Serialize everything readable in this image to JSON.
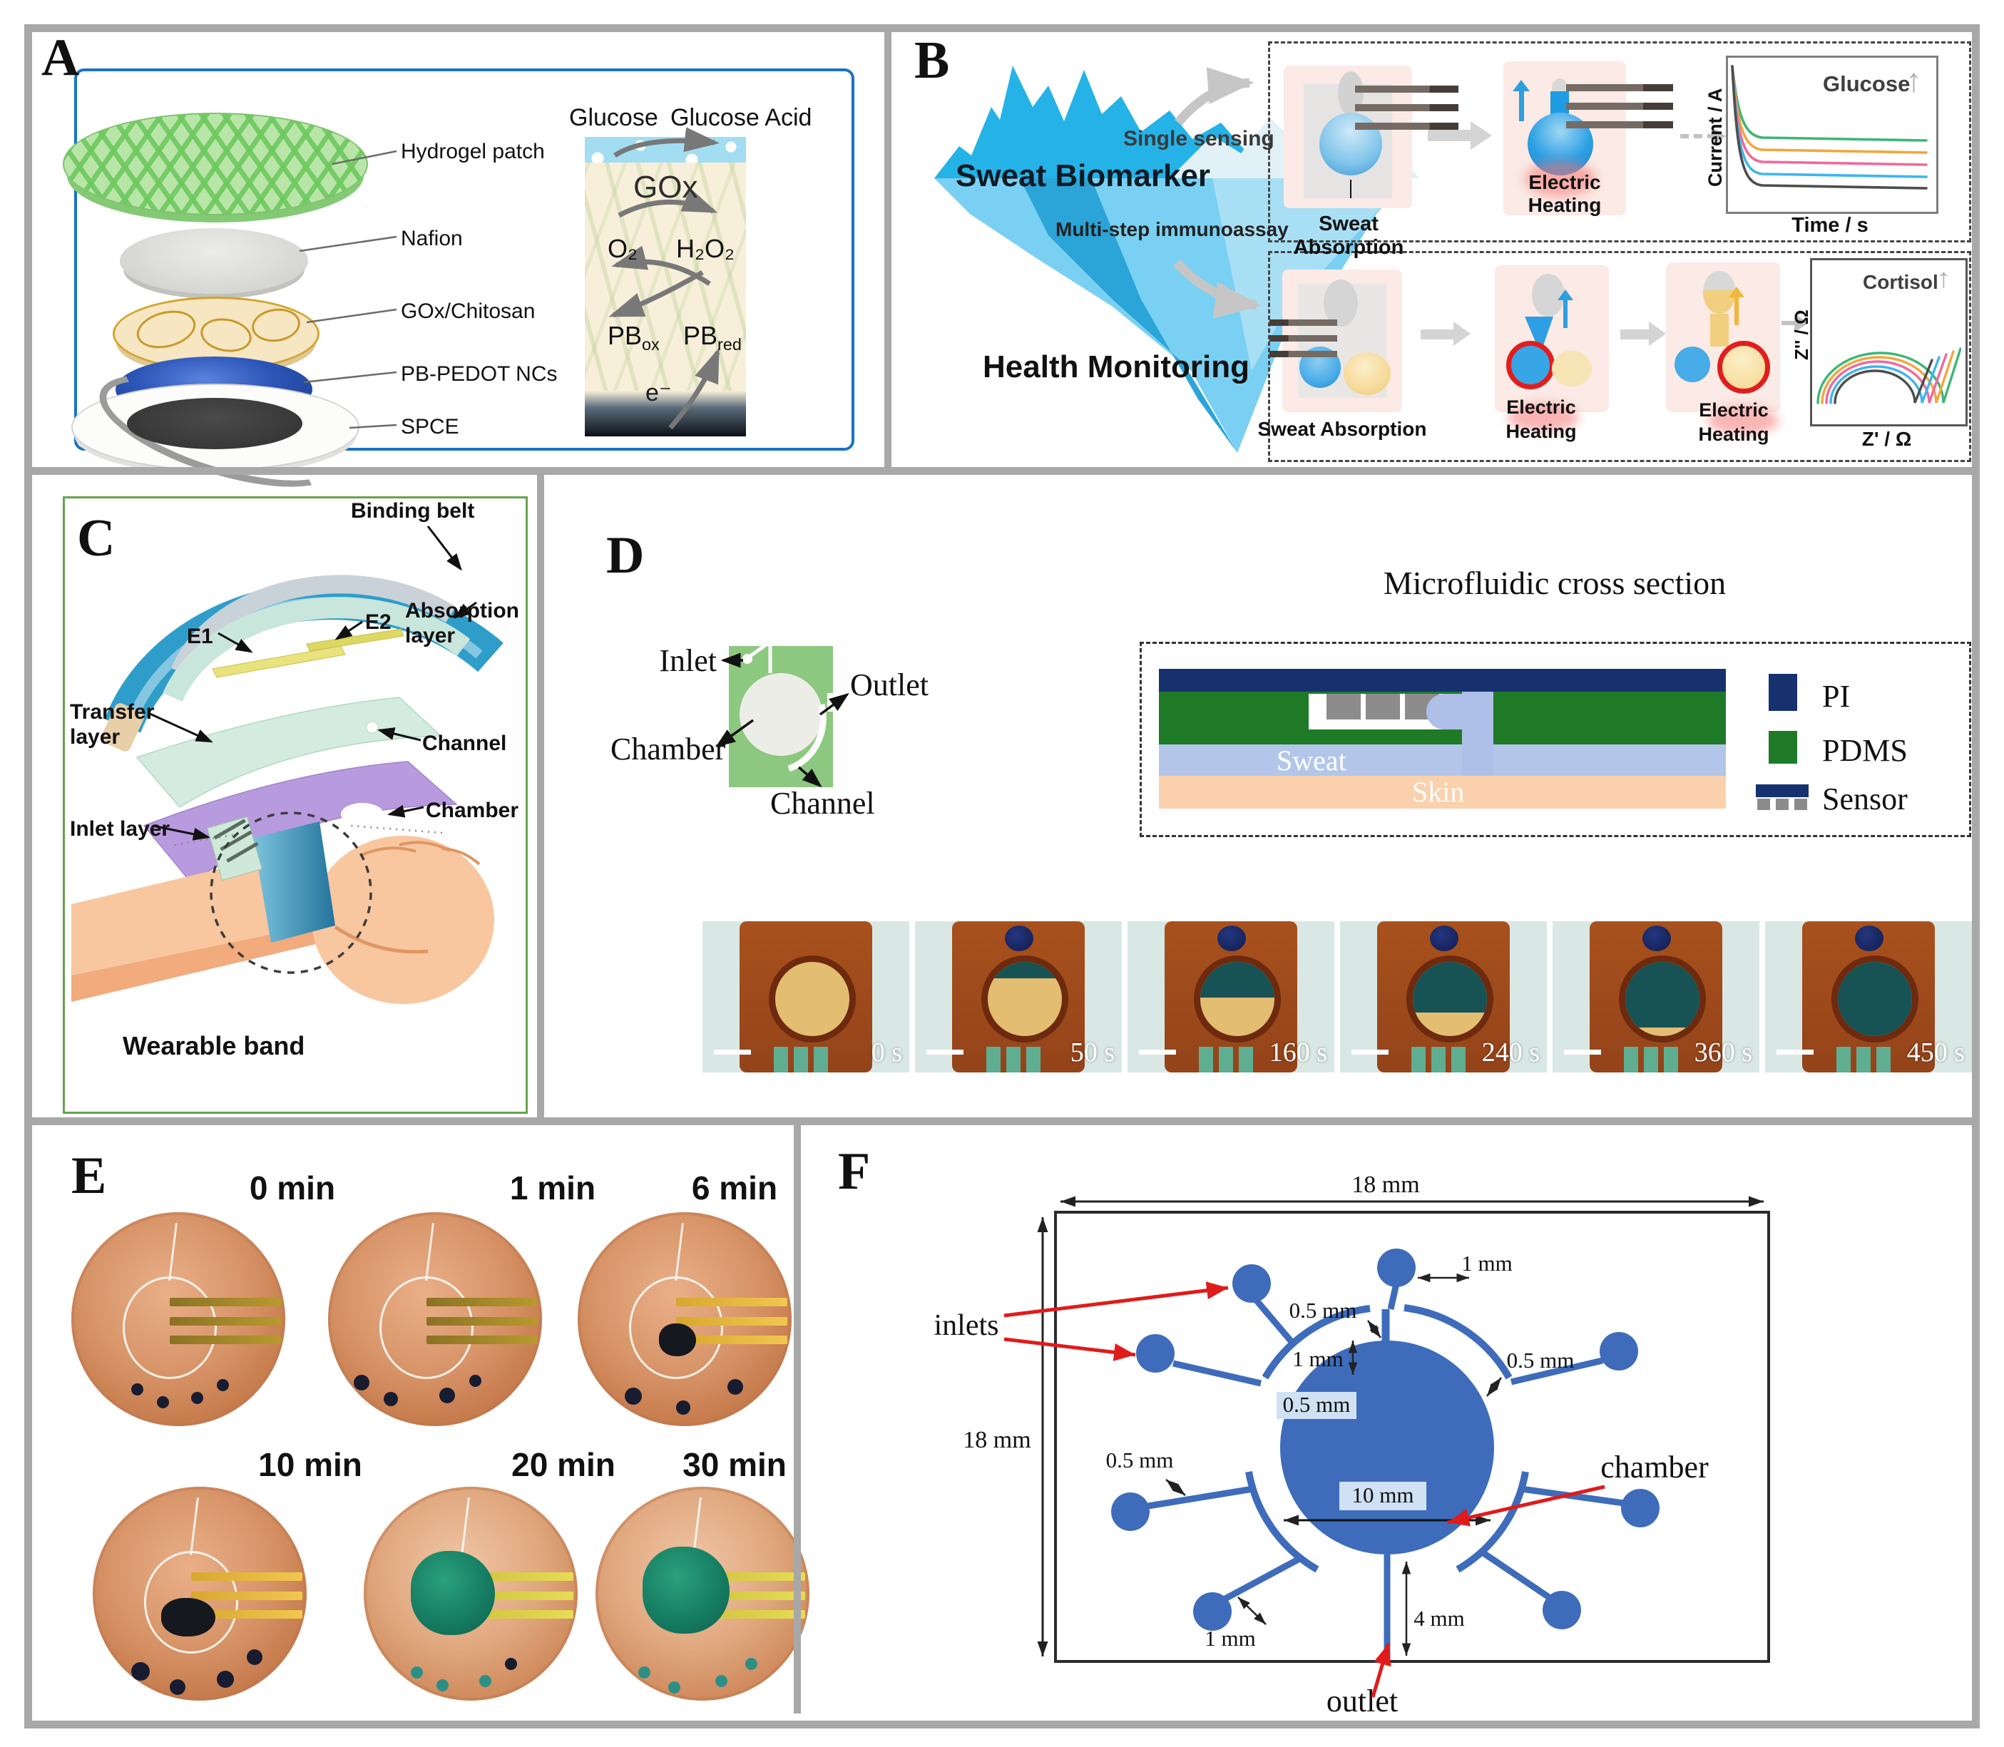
{
  "figure": {
    "type": "Multi-panel scientific figure",
    "panels": [
      "A",
      "B",
      "C",
      "D",
      "E",
      "F"
    ]
  },
  "panelA": {
    "letter": "A",
    "layer_labels": [
      "Hydrogel patch",
      "Nafion",
      "GOx/Chitosan",
      "PB-PEDOT NCs",
      "SPCE"
    ],
    "reaction": {
      "substrate": "Glucose",
      "product": "Glucose Acid",
      "enzyme": "GOx",
      "o2": "O₂",
      "h2o2": "H₂O₂",
      "pb_ox": "PB",
      "pb_ox_sub": "ox",
      "pb_red": "PB",
      "pb_red_sub": "red",
      "electron": "e⁻"
    }
  },
  "panelB": {
    "letter": "B",
    "iceberg_top_label": "Sweat Biomarker",
    "iceberg_bottom_label": "Health Monitoring",
    "path_single": "Single sensing",
    "path_multi": "Multi-step immunoassay",
    "single_steps": {
      "absorption": "Sweat Absorption",
      "heating1": "Electric",
      "heating2": "Heating"
    },
    "multi_steps": {
      "absorption": "Sweat Absorption",
      "heating1a": "Electric",
      "heating1b": "Heating",
      "heating2a": "Electric",
      "heating2b": "Heating"
    }
  },
  "chart_data": [
    {
      "type": "line",
      "panel": "B-top",
      "xlabel": "Time / s",
      "ylabel": "Current / A",
      "annotation": "Glucose",
      "annotation_arrow": "↑",
      "grid": false,
      "legend_position": "none",
      "description": "chronoamperometric decay curves; higher glucose gives higher steady-state current",
      "series": [
        {
          "name": "glucose level 5 (highest)",
          "color": "#3fb674",
          "level": 0.52
        },
        {
          "name": "glucose level 4",
          "color": "#f2a63e",
          "level": 0.6
        },
        {
          "name": "glucose level 3",
          "color": "#f0699c",
          "level": 0.68
        },
        {
          "name": "glucose level 2",
          "color": "#3db5ef",
          "level": 0.76
        },
        {
          "name": "glucose level 1 (lowest)",
          "color": "#4d4d4d",
          "level": 0.84
        }
      ]
    },
    {
      "type": "line",
      "panel": "B-bottom Nyquist",
      "xlabel": "Z' / Ω",
      "ylabel": "Z'' / Ω",
      "annotation": "Cortisol",
      "annotation_arrow": "↑",
      "grid": false,
      "legend_position": "none",
      "description": "EIS Nyquist semicircles with diffusion tails; larger arc = higher cortisol",
      "series": [
        {
          "name": "cortisol level 5 (largest arc)",
          "color": "#3fb674",
          "radius": 1.0
        },
        {
          "name": "cortisol level 4",
          "color": "#f2a63e",
          "radius": 0.91
        },
        {
          "name": "cortisol level 3",
          "color": "#f0699c",
          "radius": 0.82
        },
        {
          "name": "cortisol level 2",
          "color": "#3db5ef",
          "radius": 0.73
        },
        {
          "name": "cortisol level 1 (smallest arc)",
          "color": "#4d4d4d",
          "radius": 0.64
        }
      ]
    }
  ],
  "panelC": {
    "letter": "C",
    "labels": {
      "binding_belt": "Binding belt",
      "e1": "E1",
      "e2": "E2",
      "absorption_line1": "Absorption",
      "absorption_line2": "layer",
      "transfer_line1": "Transfer",
      "transfer_line2": "layer",
      "channel": "Channel",
      "chamber": "Chamber",
      "inlet_layer": "Inlet layer",
      "wearable_band": "Wearable band"
    }
  },
  "panelD": {
    "letter": "D",
    "title": "Microfluidic cross section",
    "schematic": {
      "inlet": "Inlet",
      "outlet": "Outlet",
      "chamber": "Chamber",
      "channel": "Channel"
    },
    "cross_section": {
      "sweat": "Sweat",
      "skin": "Skin"
    },
    "legend": {
      "pi": "PI",
      "pdms": "PDMS",
      "sensor": "Sensor"
    },
    "photos": [
      {
        "time": "0 s",
        "fill_pct": 0
      },
      {
        "time": "50 s",
        "fill_pct": 22
      },
      {
        "time": "160 s",
        "fill_pct": 48
      },
      {
        "time": "240 s",
        "fill_pct": 68
      },
      {
        "time": "360 s",
        "fill_pct": 88
      },
      {
        "time": "450 s",
        "fill_pct": 100
      }
    ]
  },
  "panelE": {
    "letter": "E",
    "times": [
      "0 min",
      "1 min",
      "6 min",
      "10 min",
      "20 min",
      "30 min"
    ]
  },
  "panelF": {
    "letter": "F",
    "labels": {
      "inlets": "inlets",
      "chamber": "chamber",
      "outlet": "outlet"
    },
    "dims": {
      "width": "18 mm",
      "height": "18 mm",
      "inlet_diameter": "1 mm",
      "gap_top": "0.5 mm",
      "ring_channel": "1 mm",
      "gap_right": "0.5 mm",
      "gap_left_hl": "0.5 mm",
      "chamber_diameter": "10 mm",
      "gap_mid_left": "0.5 mm",
      "channel_lower_left": "1 mm",
      "outlet_length": "4 mm"
    }
  },
  "colors": {
    "panelA_border": "#1a72c4",
    "panelC_border": "#68a24d",
    "iceberg_cyan": "#25b2e7",
    "iceberg_underwater": "#7ad0f2",
    "pi_navy": "#17316f",
    "pdms_green": "#1f7a28",
    "sweat_blue": "#b3c6ea",
    "skin_peach": "#fbd1ad",
    "chip_blue": "#3e6cbb",
    "divider_gray": "#a8a8a8",
    "heating_glow": "#f47a7a",
    "copper": "#a8511d",
    "dye_teal": "#175254"
  }
}
